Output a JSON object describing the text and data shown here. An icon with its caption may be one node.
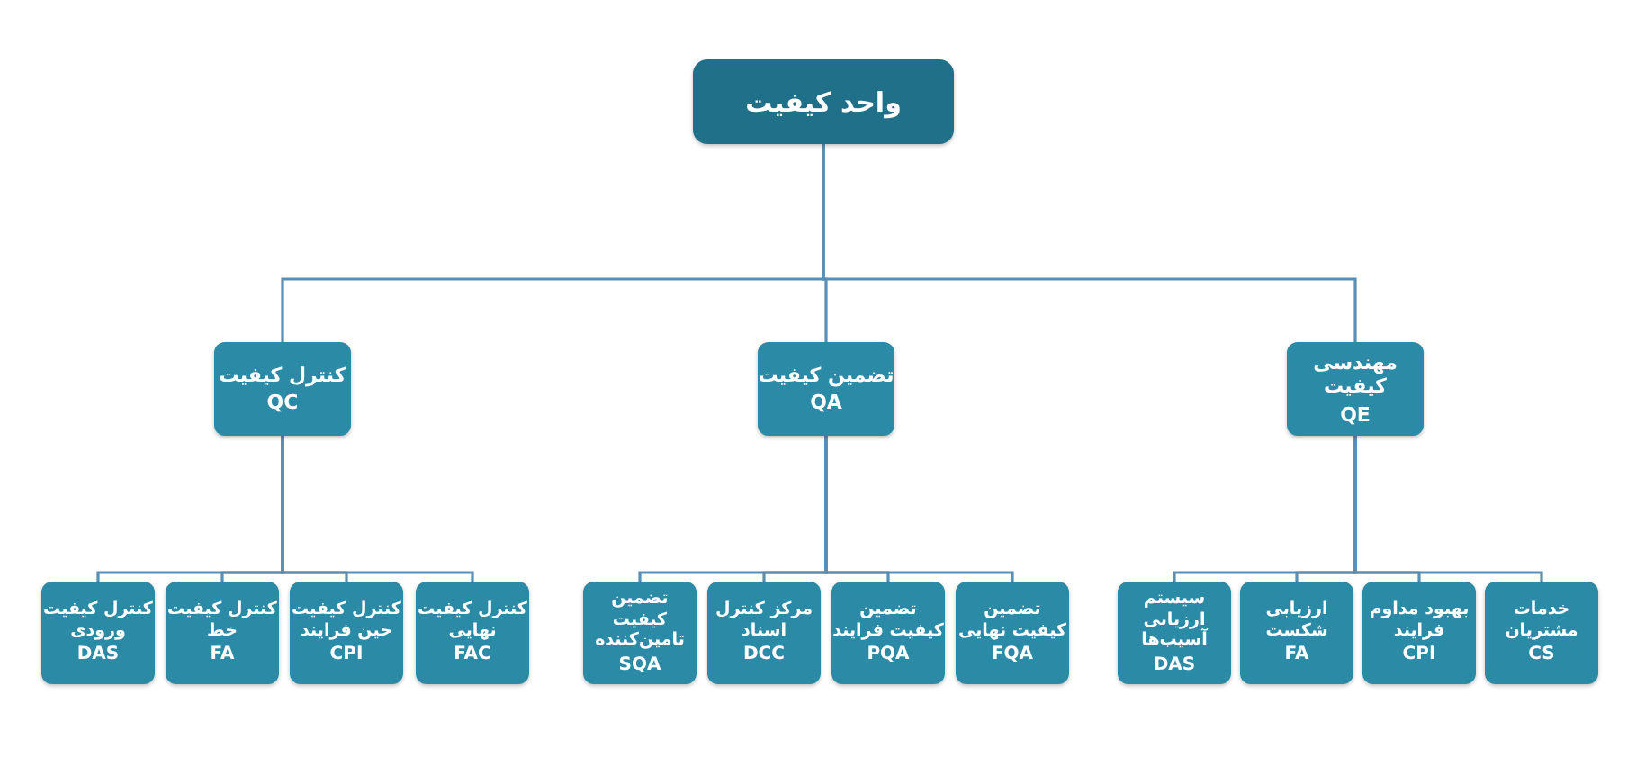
{
  "diagram": {
    "nodes": [
      {
        "text": [
          "واحد کیفیت"
        ]
      },
      {
        "text": [
          "کنترل کیفیت",
          "QC"
        ]
      },
      {
        "text": [
          "تضمین کیفیت",
          "QA"
        ]
      },
      {
        "text": [
          "مهندسی کیفیت",
          "QE"
        ]
      },
      {
        "text": [
          "کنترل کیفیت ورودی",
          "DAS"
        ]
      },
      {
        "text": [
          "کنترل کیفیت خط",
          "FA"
        ]
      },
      {
        "text": [
          "کنترل کیفیت حین فرایند",
          "CPI"
        ]
      },
      {
        "text": [
          "کنترل کیفیت نهایی",
          "FAC"
        ]
      },
      {
        "text": [
          "تضمین کیفیت تامین‌کننده",
          "SQA"
        ]
      },
      {
        "text": [
          "مرکز کنترل اسناد",
          "DCC"
        ]
      },
      {
        "text": [
          "تضمین کیفیت فرایند",
          "PQA"
        ]
      },
      {
        "text": [
          "تضمین کیفیت نهایی",
          "FQA"
        ]
      },
      {
        "text": [
          "سیستم ارزیابی آسیب‌ها",
          "DAS"
        ]
      },
      {
        "text": [
          "ارزیابی شکست",
          "FA"
        ]
      },
      {
        "text": [
          "بهبود مداوم فرایند",
          "CPI"
        ]
      },
      {
        "text": [
          "خدمات مشتریان",
          "CS"
        ]
      }
    ],
    "edges": [
      {
        "from": 0,
        "to": 1,
        "arrow": "none"
      },
      {
        "from": 0,
        "to": 2,
        "arrow": "none"
      },
      {
        "from": 0,
        "to": 3,
        "arrow": "none"
      },
      {
        "from": 1,
        "to": 4,
        "arrow": "none"
      },
      {
        "from": 1,
        "to": 5,
        "arrow": "none"
      },
      {
        "from": 1,
        "to": 6,
        "arrow": "none"
      },
      {
        "from": 1,
        "to": 7,
        "arrow": "none"
      },
      {
        "from": 2,
        "to": 8,
        "arrow": "none"
      },
      {
        "from": 2,
        "to": 9,
        "arrow": "none"
      },
      {
        "from": 2,
        "to": 10,
        "arrow": "none"
      },
      {
        "from": 2,
        "to": 11,
        "arrow": "none"
      },
      {
        "from": 3,
        "to": 12,
        "arrow": "none"
      },
      {
        "from": 3,
        "to": 13,
        "arrow": "none"
      },
      {
        "from": 3,
        "to": 14,
        "arrow": "none"
      },
      {
        "from": 3,
        "to": 15,
        "arrow": "none"
      }
    ]
  }
}
